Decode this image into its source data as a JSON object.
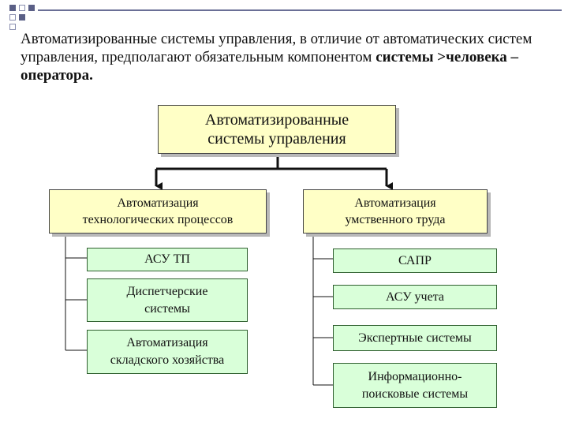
{
  "intro": {
    "text_plain": "Автоматизированные системы управления, в отличие от автоматических систем управления, предполагают обязательным компонентом ",
    "text_bold": "системы >человека – оператора."
  },
  "root": {
    "line1": "Автоматизированные",
    "line2": "системы управления"
  },
  "left_category": {
    "line1": "Автоматизация",
    "line2": "технологических процессов",
    "items": [
      {
        "line1": "АСУ ТП",
        "line2": ""
      },
      {
        "line1": "Диспетчерские",
        "line2": "системы"
      },
      {
        "line1": "Автоматизация",
        "line2": "складского хозяйства"
      }
    ]
  },
  "right_category": {
    "line1": "Автоматизация",
    "line2": "умственного труда",
    "items": [
      {
        "line1": "САПР",
        "line2": ""
      },
      {
        "line1": "АСУ учета",
        "line2": ""
      },
      {
        "line1": "Экспертные системы",
        "line2": ""
      },
      {
        "line1": "Информационно-",
        "line2": "поисковые системы"
      }
    ]
  },
  "colors": {
    "category_fill": "#ffffc6",
    "leaf_fill": "#d9ffd9",
    "accent": "#5a5f86"
  }
}
